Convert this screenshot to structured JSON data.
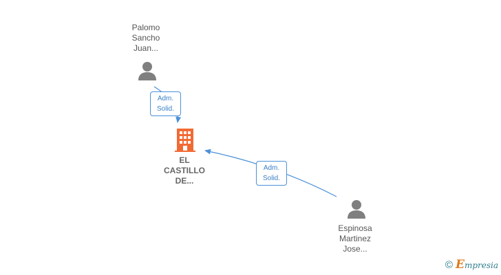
{
  "nodes": {
    "person_top": {
      "lines": [
        "Palomo",
        "Sancho",
        "Juan..."
      ]
    },
    "company": {
      "lines": [
        "EL",
        "CASTILLO",
        "DE..."
      ],
      "color": "#f26a33"
    },
    "person_bottom": {
      "lines": [
        "Espinosa",
        "Martinez",
        "Jose..."
      ]
    }
  },
  "edges": {
    "top_to_company": {
      "lines": [
        "Adm.",
        "Solid."
      ]
    },
    "bottom_to_company": {
      "lines": [
        "Adm.",
        "Solid."
      ]
    }
  },
  "colors": {
    "edge": "#4a90d9",
    "person": "#7f7f7f",
    "company": "#f26a33"
  },
  "footer": {
    "copyright_symbol": "©",
    "brand_first": "E",
    "brand_rest": "mpresia"
  }
}
